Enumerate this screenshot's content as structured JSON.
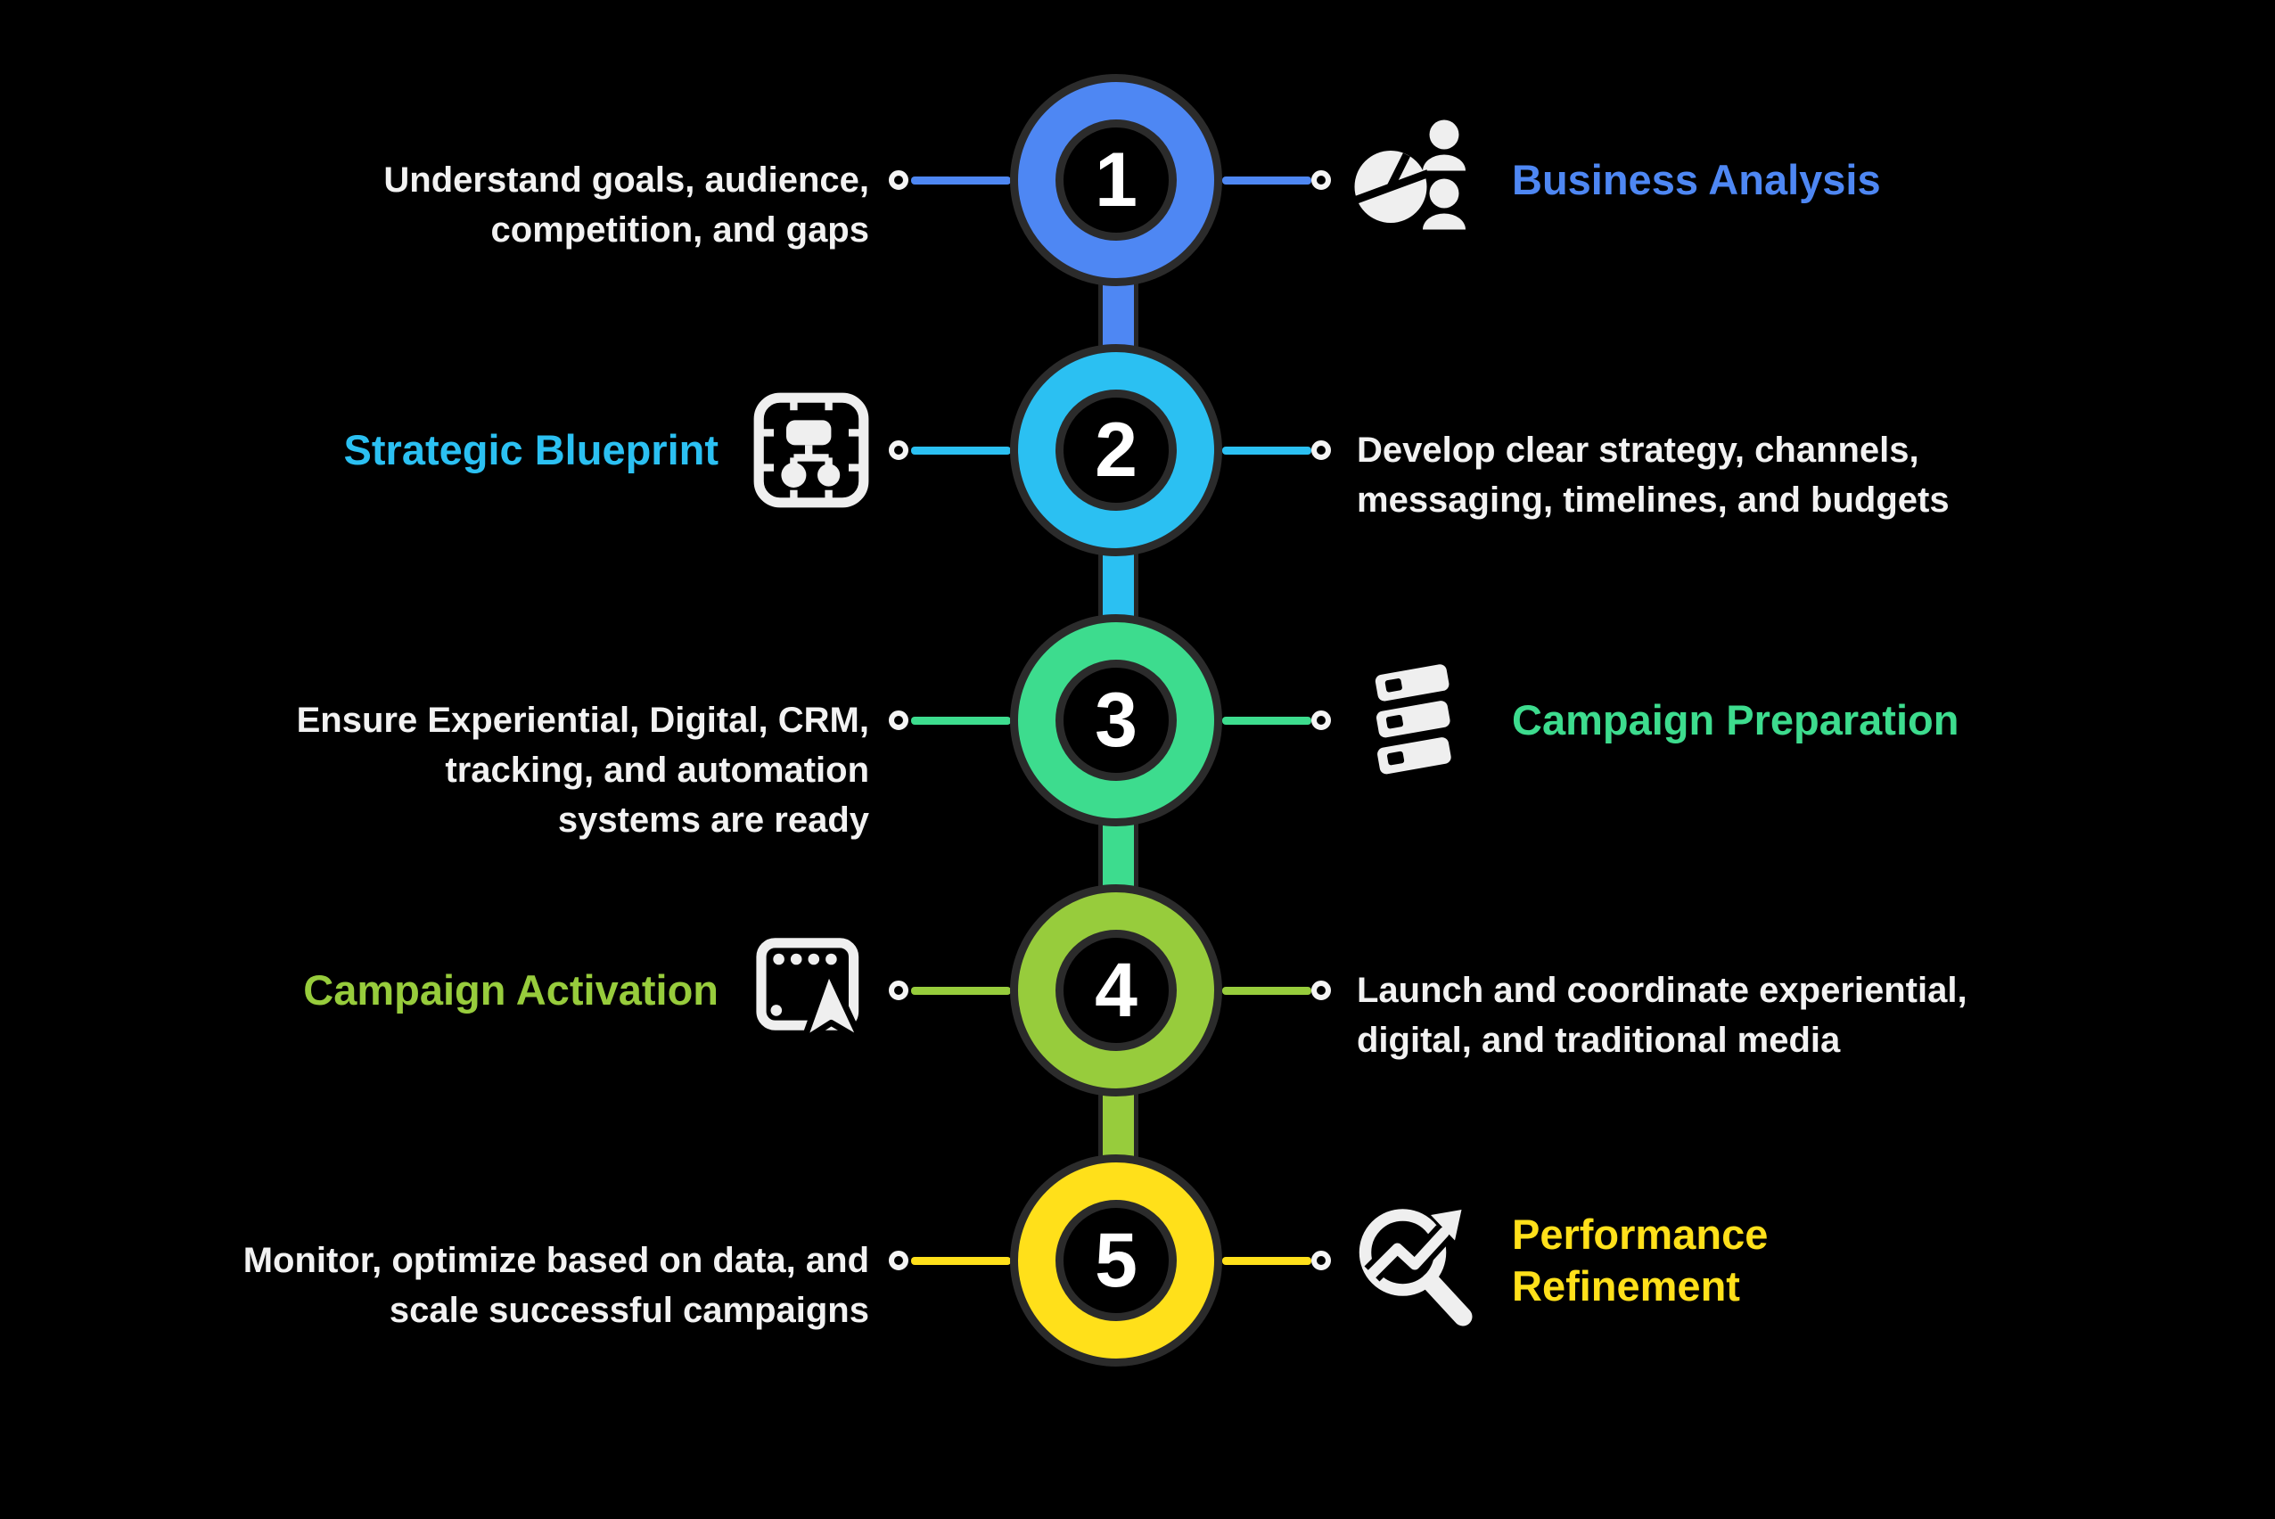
{
  "background": "#000000",
  "timeline": {
    "orientation": "vertical",
    "step_count": 5
  },
  "steps": [
    {
      "number": "1",
      "color": "#4E87F3",
      "title": "Business Analysis",
      "title_side": "right",
      "icon": "business-analysis-icon",
      "description": "Understand goals, audience,\ncompetition, and gaps"
    },
    {
      "number": "2",
      "color": "#2BC0F2",
      "title": "Strategic Blueprint",
      "title_side": "left",
      "icon": "strategic-blueprint-icon",
      "description": "Develop clear strategy, channels,\nmessaging, timelines, and budgets"
    },
    {
      "number": "3",
      "color": "#3DDC8E",
      "title": "Campaign Preparation",
      "title_side": "right",
      "icon": "campaign-preparation-icon",
      "description": "Ensure Experiential, Digital, CRM,\ntracking, and automation\nsystems are ready"
    },
    {
      "number": "4",
      "color": "#97CC3C",
      "title": "Campaign Activation",
      "title_side": "left",
      "icon": "campaign-activation-icon",
      "description": "Launch and coordinate experiential,\ndigital, and traditional media"
    },
    {
      "number": "5",
      "color": "#FFE01A",
      "title": "Performance\nRefinement",
      "title_side": "right",
      "icon": "performance-refinement-icon",
      "description": "Monitor, optimize based on data, and\nscale successful campaigns"
    }
  ]
}
